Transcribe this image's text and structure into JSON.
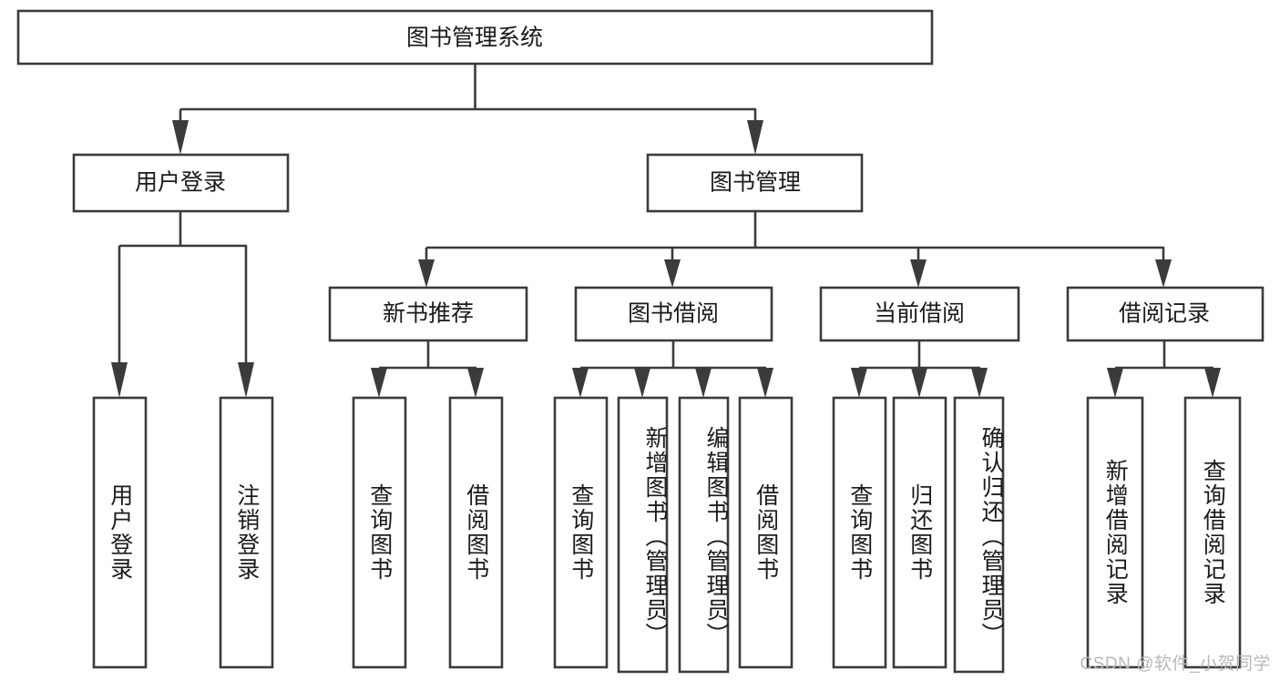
{
  "diagram": {
    "title": "图书管理系统",
    "type": "tree",
    "watermark": "CSDN @软件_小贺同学",
    "root": {
      "label": "图书管理系统"
    },
    "level1": [
      {
        "label": "用户登录"
      },
      {
        "label": "图书管理"
      }
    ],
    "level2": [
      {
        "label": "新书推荐"
      },
      {
        "label": "图书借阅"
      },
      {
        "label": "当前借阅"
      },
      {
        "label": "借阅记录"
      }
    ],
    "leaves": {
      "user_login": [
        {
          "label": "用户登录"
        },
        {
          "label": "注销登录"
        }
      ],
      "new_book_recommend": [
        {
          "label": "查询图书"
        },
        {
          "label": "借阅图书"
        }
      ],
      "book_borrow": [
        {
          "label": "查询图书"
        },
        {
          "label": "新增图书（管理员）"
        },
        {
          "label": "编辑图书（管理员）"
        },
        {
          "label": "借阅图书"
        }
      ],
      "current_borrow": [
        {
          "label": "查询图书"
        },
        {
          "label": "归还图书"
        },
        {
          "label": "确认归还（管理员）"
        }
      ],
      "borrow_record": [
        {
          "label": "新增借阅记录"
        },
        {
          "label": "查询借阅记录"
        }
      ]
    },
    "colors": {
      "stroke": "#3b3b3b",
      "fill": "#ffffff",
      "text": "#1a1a1a",
      "watermark": "#b9b9b9"
    }
  }
}
